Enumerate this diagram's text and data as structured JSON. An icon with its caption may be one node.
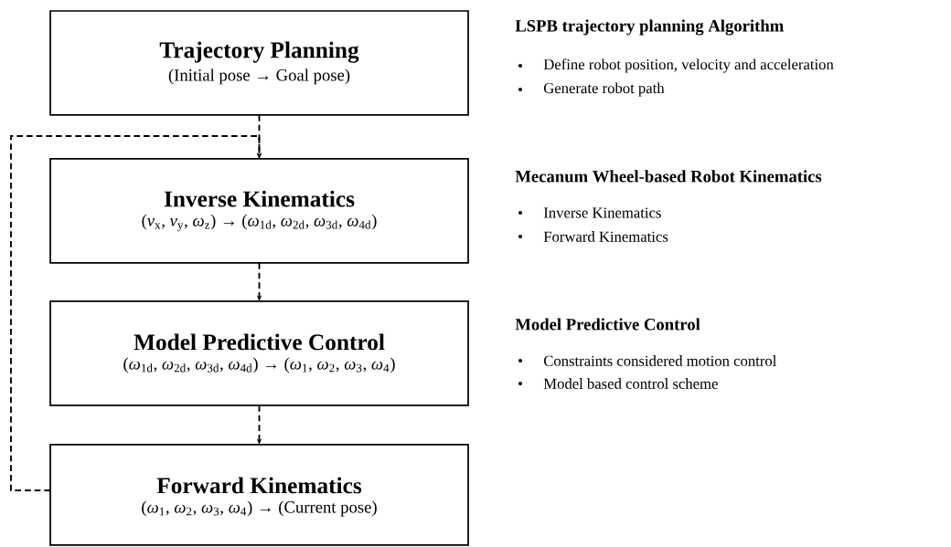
{
  "diagram": {
    "nodes": [
      {
        "text": [
          "Trajectory Planning",
          "(Initial pose → Goal pose)"
        ]
      },
      {
        "text": [
          "Inverse Kinematics",
          "(*v*$_{x}$, *v*$_{y}$, *ω*$_{z}$) → (*ω*$_{1d}$, *ω*$_{2d}$, *ω*$_{3d}$, *ω*$_{4d}$)"
        ]
      },
      {
        "text": [
          "Model Predictive Control",
          "(*ω*$_{1d}$, *ω*$_{2d}$, *ω*$_{3d}$, *ω*$_{4d}$) → (*ω*$_{1}$, *ω*$_{2}$, *ω*$_{3}$, *ω*$_{4}$)"
        ]
      },
      {
        "text": [
          "Forward Kinematics",
          "(*ω*$_{1}$, *ω*$_{2}$, *ω*$_{3}$, *ω*$_{4}$) → (Current pose)"
        ]
      }
    ],
    "edges": [
      {
        "from": 0,
        "to": 1,
        "arrow": "to",
        "style": "dashed"
      },
      {
        "from": 1,
        "to": 2,
        "arrow": "to",
        "style": "dashed"
      },
      {
        "from": 2,
        "to": 3,
        "arrow": "to",
        "style": "dashed"
      },
      {
        "from": 3,
        "to": 1,
        "arrow": "to",
        "style": "dashed"
      }
    ],
    "labels": [
      "LSPB trajectory planning Algorithm",
      "Define robot position, velocity and acceleration",
      "Generate robot path",
      "Mecanum Wheel-based Robot Kinematics",
      "Inverse Kinematics",
      "Forward Kinematics",
      "Model Predictive Control",
      "Constraints considered motion control",
      "Model based control scheme"
    ]
  }
}
